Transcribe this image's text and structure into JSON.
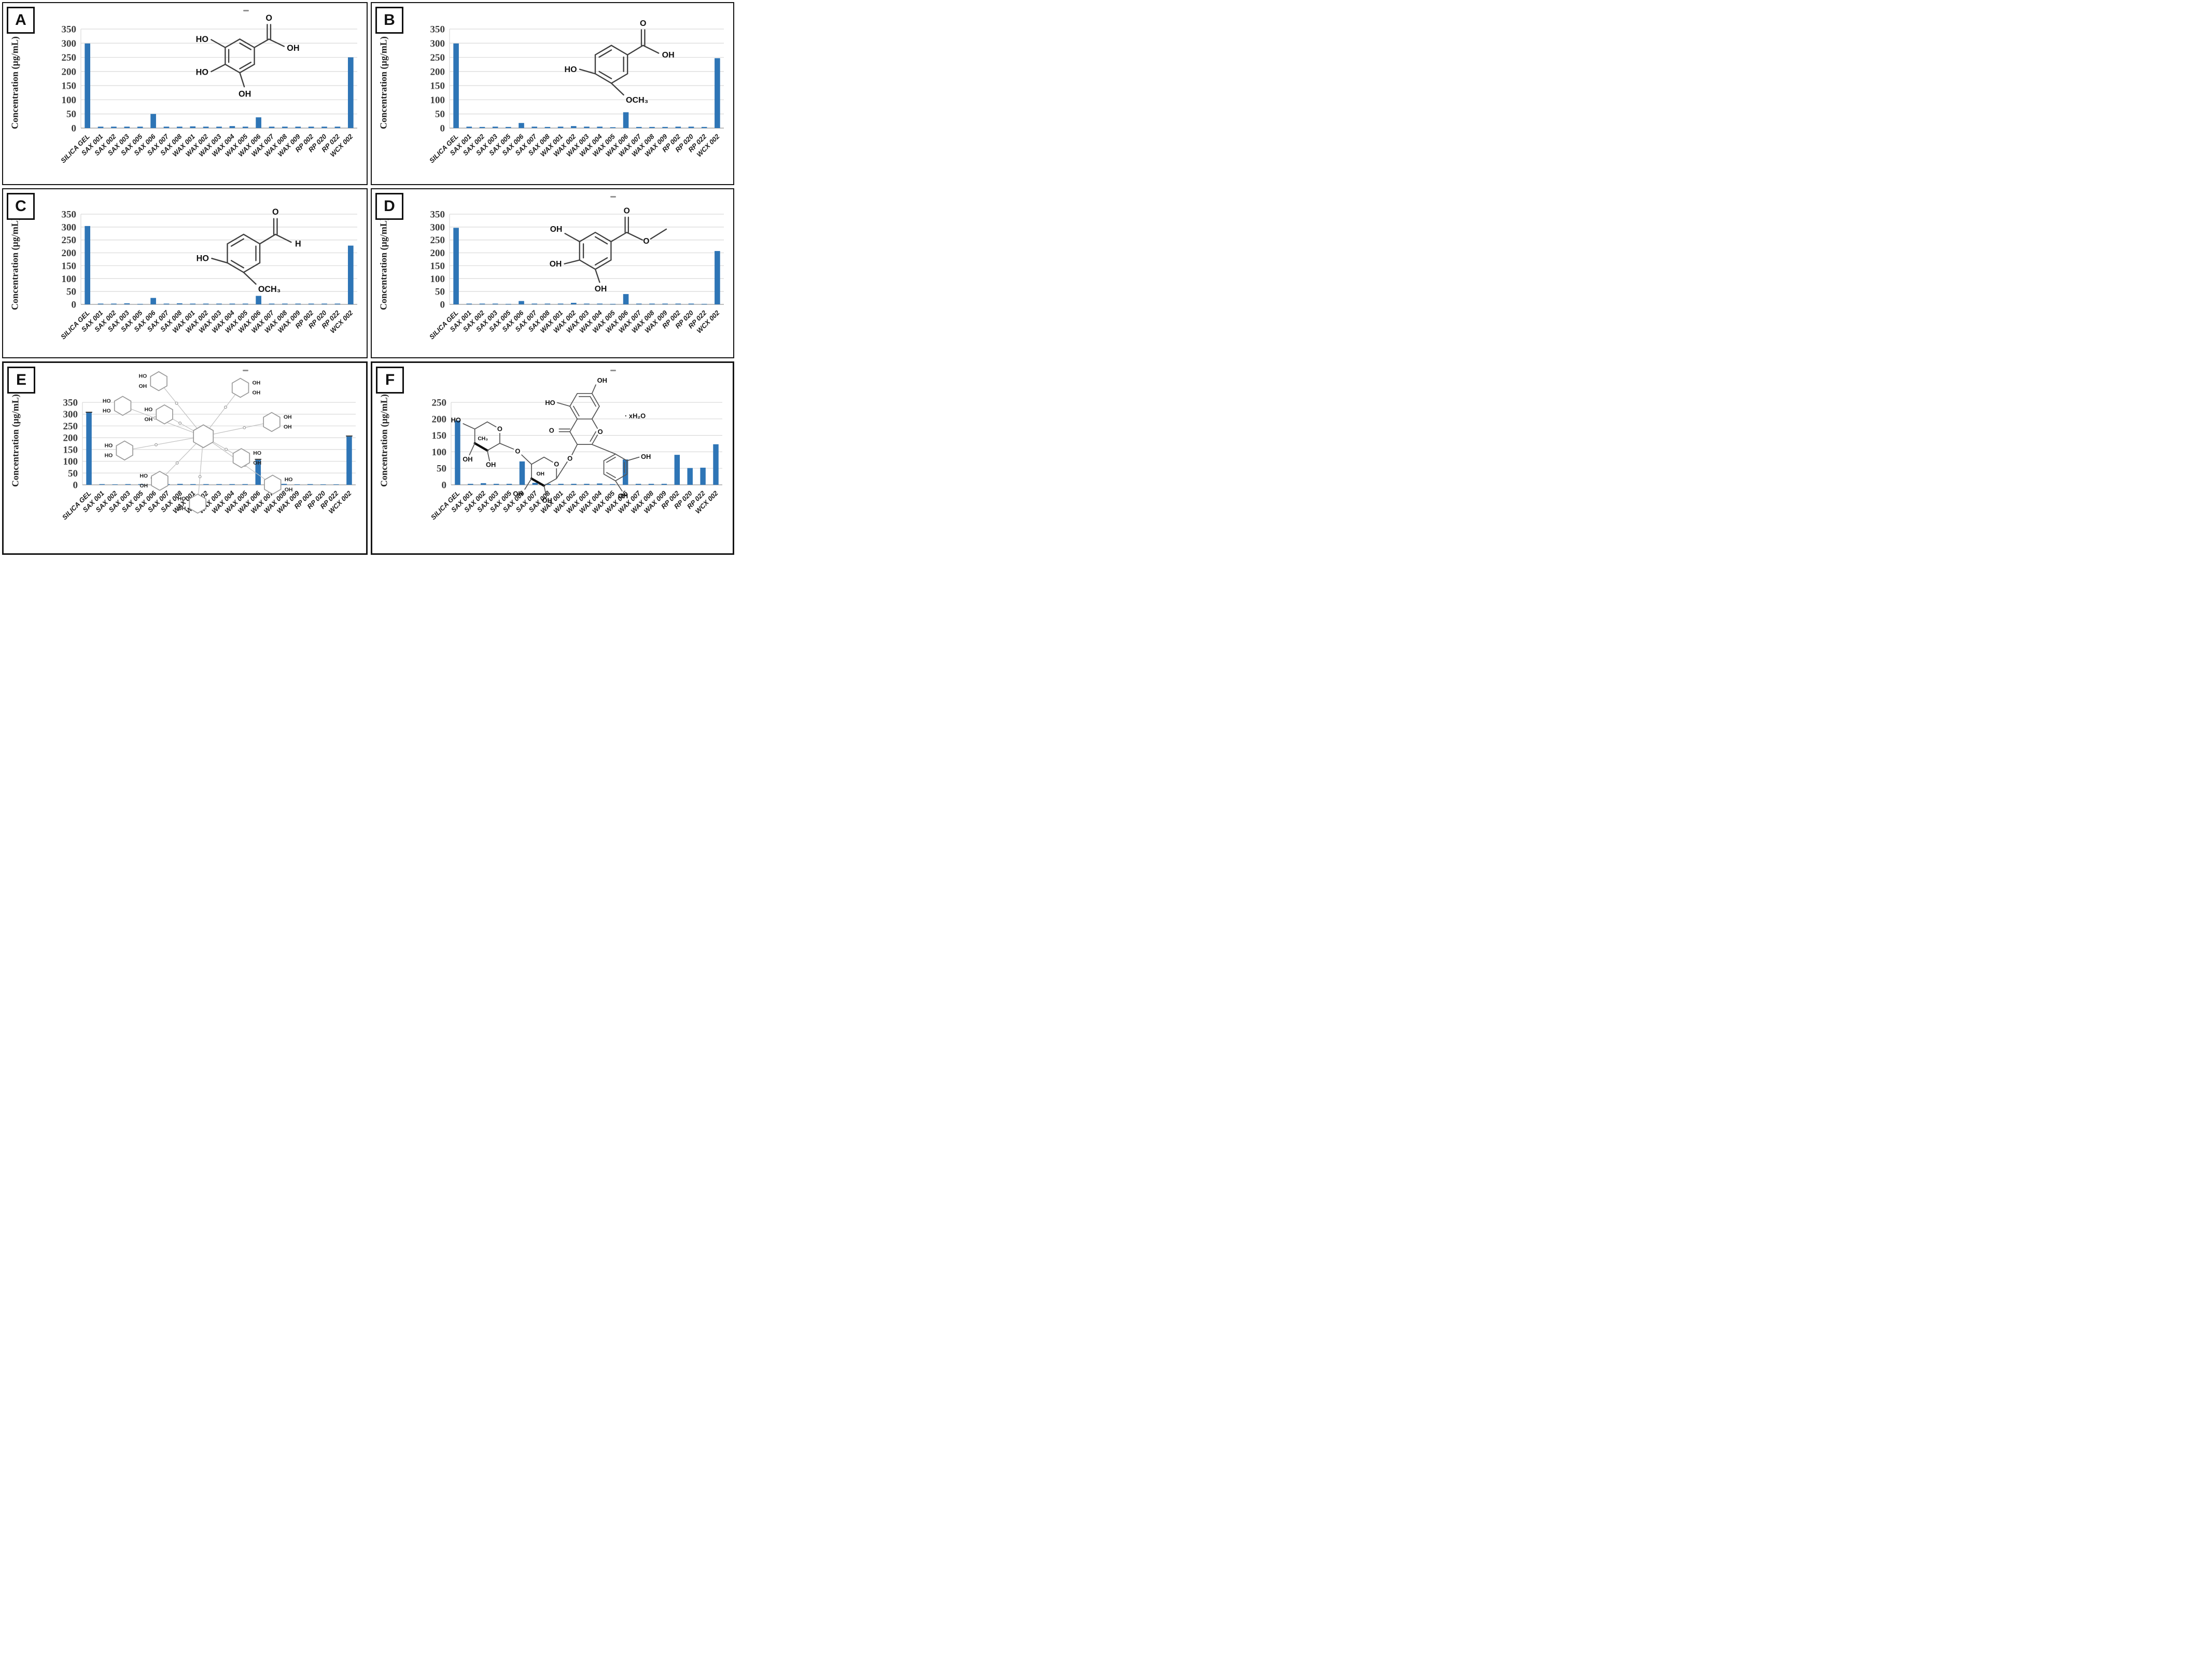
{
  "panel_letters": [
    "A",
    "B",
    "C",
    "D",
    "E",
    "F"
  ],
  "colors": {
    "bar": "#2E75B6",
    "grid": "#D9D9D9",
    "axis": "#A6A6A6",
    "tick_text": "#3d3d3d",
    "structure_line": "#3f3f3f",
    "structure_line_light": "#9b9b9b"
  },
  "chart_data": [
    {
      "type": "bar",
      "panel": "A",
      "compound": "gallic acid",
      "title": "",
      "xlabel": "",
      "ylabel": "Concentration (µg/mL)",
      "ylim": [
        0,
        350
      ],
      "ytick_step": 50,
      "grid": true,
      "legend": false,
      "categories": [
        "SILICA GEL",
        "SAX 001",
        "SAX 002",
        "SAX 003",
        "SAX 005",
        "SAX 006",
        "SAX 007",
        "SAX 008",
        "WAX 001",
        "WAX 002",
        "WAX 003",
        "WAX 004",
        "WAX 005",
        "WAX 006",
        "WAX 007",
        "WAX 008",
        "WAX 009",
        "RP 002",
        "RP 020",
        "RP 022",
        "WCX 002"
      ],
      "values": [
        299,
        5,
        5,
        5,
        5,
        50,
        5,
        5,
        6,
        5,
        5,
        7,
        5,
        38,
        5,
        5,
        5,
        5,
        5,
        5,
        250
      ]
    },
    {
      "type": "bar",
      "panel": "B",
      "compound": "vanillic acid",
      "title": "",
      "xlabel": "",
      "ylabel": "Concentration (µg/mL)",
      "ylim": [
        0,
        350
      ],
      "ytick_step": 50,
      "grid": true,
      "legend": false,
      "categories": [
        "SILICA GEL",
        "SAX 001",
        "SAX 002",
        "SAX 003",
        "SAX 005",
        "SAX 006",
        "SAX 007",
        "SAX 008",
        "WAX 001",
        "WAX 002",
        "WAX 003",
        "WAX 004",
        "WAX 005",
        "WAX 006",
        "WAX 007",
        "WAX 008",
        "WAX 009",
        "RP 002",
        "RP 020",
        "RP 022",
        "WCX 002"
      ],
      "values": [
        299,
        5,
        4,
        5,
        4,
        18,
        5,
        4,
        5,
        7,
        5,
        5,
        3,
        56,
        4,
        4,
        4,
        5,
        5,
        4,
        247
      ]
    },
    {
      "type": "bar",
      "panel": "C",
      "compound": "vanillin",
      "title": "",
      "xlabel": "",
      "ylabel": "Concentration (µg/mL)",
      "ylim": [
        0,
        350
      ],
      "ytick_step": 50,
      "grid": true,
      "legend": false,
      "categories": [
        "SILICA GEL",
        "SAX 001",
        "SAX 002",
        "SAX 003",
        "SAX 005",
        "SAX 006",
        "SAX 007",
        "SAX 008",
        "WAX 001",
        "WAX 002",
        "WAX 003",
        "WAX 004",
        "WAX 005",
        "WAX 006",
        "WAX 007",
        "WAX 008",
        "WAX 009",
        "RP 002",
        "RP 020",
        "RP 022",
        "WCX 002"
      ],
      "values": [
        304,
        3,
        3,
        4,
        2,
        25,
        3,
        4,
        3,
        3,
        3,
        3,
        3,
        33,
        3,
        3,
        3,
        3,
        3,
        3,
        228
      ]
    },
    {
      "type": "bar",
      "panel": "D",
      "compound": "methyl gallate",
      "title": "",
      "xlabel": "",
      "ylabel": "Concentration (µg/mL)",
      "ylim": [
        0,
        350
      ],
      "ytick_step": 50,
      "grid": true,
      "legend": false,
      "categories": [
        "SILICA GEL",
        "SAX 001",
        "SAX 002",
        "SAX 003",
        "SAX 005",
        "SAX 006",
        "SAX 007",
        "SAX 008",
        "WAX 001",
        "WAX 002",
        "WAX 003",
        "WAX 004",
        "WAX 005",
        "WAX 006",
        "WAX 007",
        "WAX 008",
        "WAX 009",
        "RP 002",
        "RP 020",
        "RP 022",
        "WCX 002"
      ],
      "values": [
        297,
        3,
        3,
        3,
        2,
        13,
        3,
        3,
        3,
        6,
        3,
        3,
        2,
        40,
        3,
        3,
        3,
        3,
        3,
        2,
        207
      ]
    },
    {
      "type": "bar",
      "panel": "E",
      "compound": "tannic acid",
      "title": "",
      "xlabel": "",
      "ylabel": "Concentration (µg/mL)",
      "ylim": [
        0,
        350
      ],
      "ytick_step": 50,
      "grid": true,
      "legend": false,
      "error_caps": [
        0,
        5,
        13,
        20
      ],
      "categories": [
        "SILICA GEL",
        "SAX 001",
        "SAX 002",
        "SAX 003",
        "SAX 005",
        "SAX 006",
        "SAX 007",
        "SAX 008",
        "WAX 001",
        "WAX 002",
        "WAX 003",
        "WAX 004",
        "WAX 005",
        "WAX 006",
        "WAX 007",
        "WAX 008",
        "WAX 009",
        "RP 002",
        "RP 020",
        "RP 022",
        "WCX 002"
      ],
      "values": [
        306,
        3,
        2,
        3,
        3,
        27,
        3,
        4,
        3,
        3,
        3,
        3,
        3,
        106,
        3,
        4,
        2,
        3,
        2,
        2,
        205
      ]
    },
    {
      "type": "bar",
      "panel": "F",
      "compound": "rutin hydrate",
      "title": "",
      "xlabel": "",
      "ylabel": "Concentration (µg/mL)",
      "ylim": [
        0,
        250
      ],
      "ytick_step": 50,
      "grid": true,
      "legend": false,
      "categories": [
        "SILICA GEL",
        "SAX 001",
        "SAX 002",
        "SAX 003",
        "SAX 005",
        "SAX 006",
        "SAX 007",
        "SAX 008",
        "WAX 001",
        "WAX 002",
        "WAX 003",
        "WAX 004",
        "WAX 005",
        "WAX 006",
        "WAX 007",
        "WAX 008",
        "WAX 009",
        "RP 002",
        "RP 020",
        "RP 022",
        "WCX 002"
      ],
      "values": [
        195,
        3,
        5,
        3,
        3,
        71,
        6,
        3,
        3,
        3,
        3,
        4,
        2,
        77,
        3,
        3,
        3,
        91,
        51,
        52,
        123
      ]
    }
  ],
  "structures": {
    "A": {
      "name": "gallic-acid",
      "carbonyl_o": "O",
      "acid_oh": "OH",
      "oh_top_left": "HO",
      "oh_left": "HO",
      "oh_bottom": "OH"
    },
    "B": {
      "name": "vanillic-acid",
      "carbonyl_o": "O",
      "acid_oh": "OH",
      "oh_left": "HO",
      "methoxy": "OCH₃"
    },
    "C": {
      "name": "vanillin",
      "carbonyl_o": "O",
      "aldehyde_h": "H",
      "oh_left": "HO",
      "methoxy": "OCH₃"
    },
    "D": {
      "name": "methyl-gallate",
      "carbonyl_o": "O",
      "ester_o": "O",
      "oh_top_left": "OH",
      "oh_left": "OH",
      "oh_bottom": "OH"
    },
    "E": {
      "name": "tannic-acid",
      "ring_labels": [
        "HO",
        "OH",
        "HO",
        "HO",
        "HO",
        "OH",
        "HO",
        "HO",
        "HO",
        "OH",
        "HO",
        "OH",
        "OH",
        "OH",
        "OH",
        "OH",
        "HO",
        "OH",
        "HO",
        "OH"
      ]
    },
    "F": {
      "name": "rutin-hydrate",
      "oh_top": "OH",
      "ho_a_ring": "HO",
      "ketone_o": "O",
      "ring_o": "O",
      "hydrate": "· xH₂O",
      "rham_ho": "HO",
      "rham_ch3": "CH₃",
      "rham_ring_o": "O",
      "rham_oh1": "OH",
      "rham_oh2": "OH",
      "glyco_o": "O",
      "glc_ring_o": "O",
      "glc_oh_inner": "OH",
      "glc_oh1": "OH",
      "glc_oh2": "OH",
      "link_o": "O",
      "cat_oh1": "OH",
      "cat_oh2": "OH"
    }
  }
}
